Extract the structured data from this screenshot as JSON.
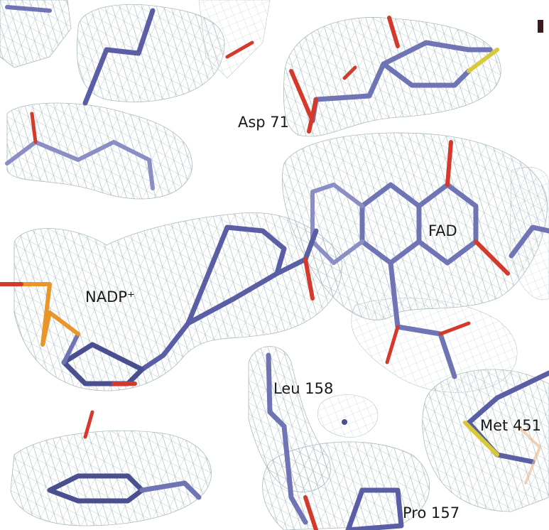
{
  "labels": {
    "asp71": "Asp 71",
    "fad": "FAD",
    "nadp": "NADP⁺",
    "leu158": "Leu 158",
    "met451": "Met 451",
    "pro157": "Pro 157"
  },
  "colors": {
    "background": "#ffffff",
    "carbon": "#6f74b5",
    "carbon_dark": "#4a4f8f",
    "oxygen": "#d33a2c",
    "phosphorus": "#e8962a",
    "sulfur": "#d8c93a",
    "nitrogen": "#3d44a8",
    "density_mesh": "#a9bcc0"
  }
}
